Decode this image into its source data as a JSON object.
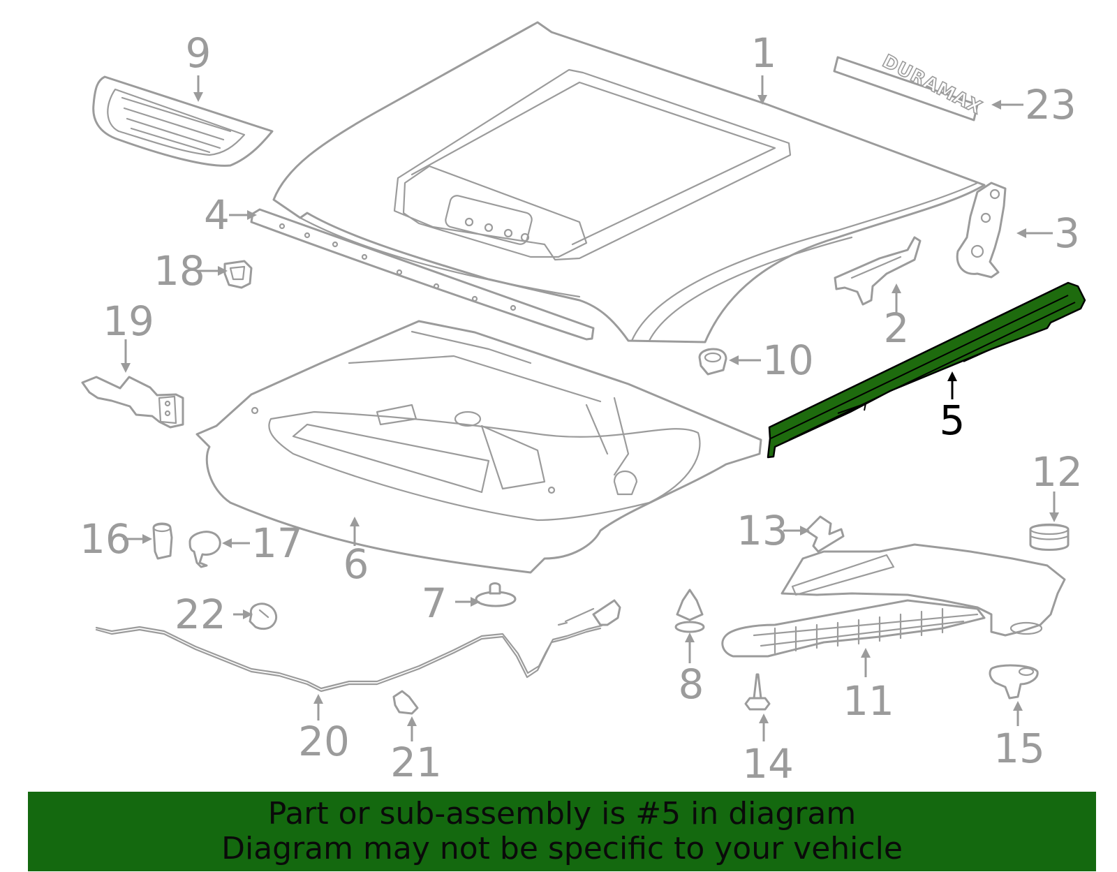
{
  "highlight": {
    "part_number": "5",
    "fill_color": "#1e6b0e",
    "banner_color": "#14690f"
  },
  "emblem": {
    "text": "DURAMAX"
  },
  "callouts": {
    "c1": "1",
    "c2": "2",
    "c3": "3",
    "c4": "4",
    "c5": "5",
    "c6": "6",
    "c7": "7",
    "c8": "8",
    "c9": "9",
    "c10": "10",
    "c11": "11",
    "c12": "12",
    "c13": "13",
    "c14": "14",
    "c15": "15",
    "c16": "16",
    "c17": "17",
    "c18": "18",
    "c19": "19",
    "c20": "20",
    "c21": "21",
    "c22": "22",
    "c23": "23"
  },
  "banner": {
    "line1": "Part or sub-assembly is #5 in diagram",
    "line2": "Diagram may not be specific to your vehicle"
  }
}
